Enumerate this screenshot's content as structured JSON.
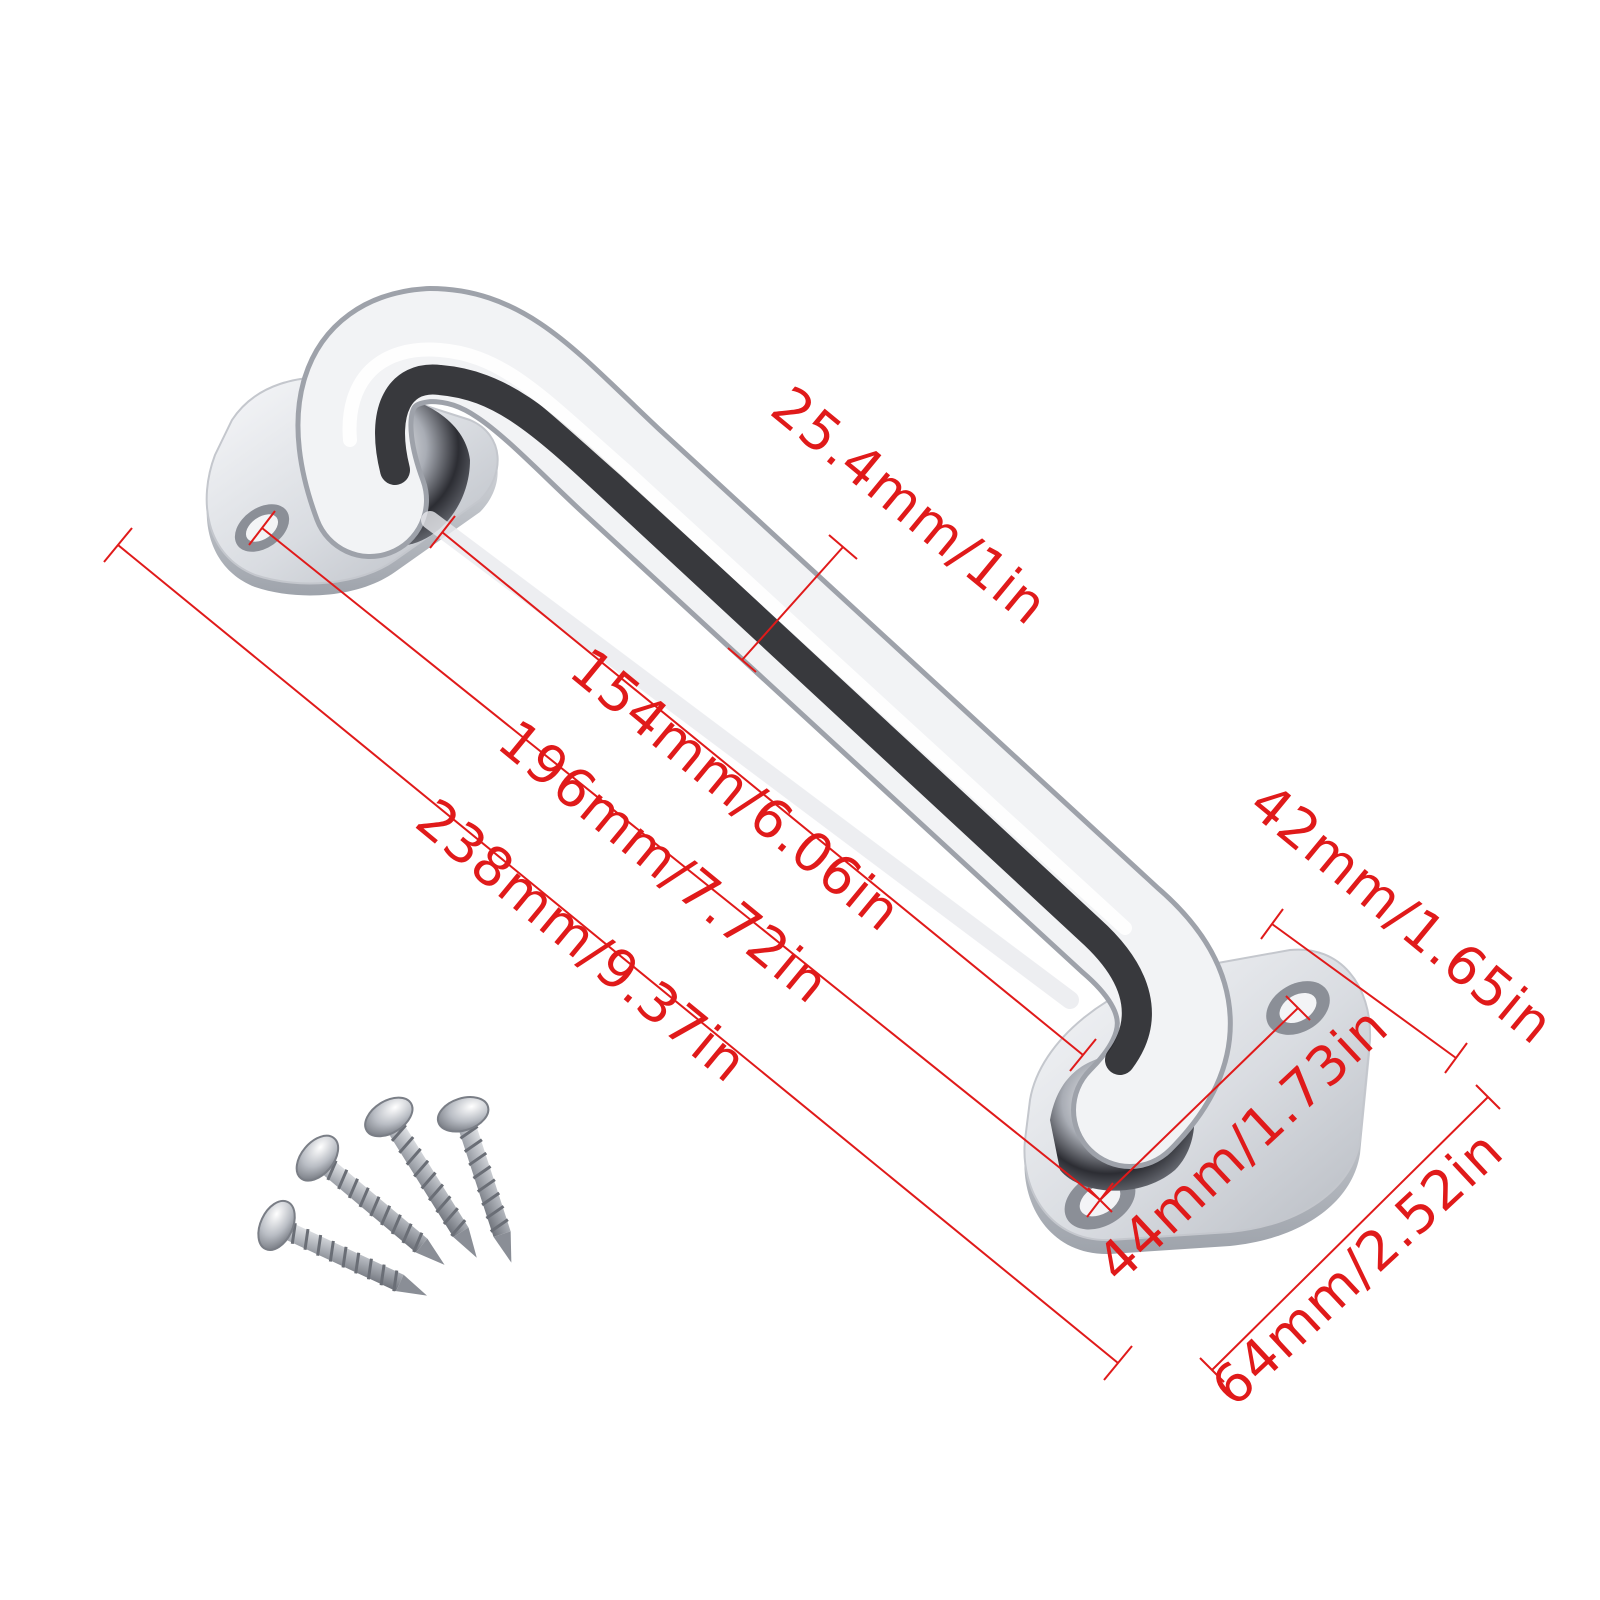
{
  "product": {
    "name_icon": "grab-handle-icon",
    "screws_icon": "screw-set-icon",
    "screw_count": 4
  },
  "dimensions": {
    "tube_diameter": "25.4mm/1in",
    "inner_span": "154mm/6.06in",
    "hole_span": "196mm/7.72in",
    "overall_length": "238mm/9.37in",
    "base_width": "42mm/1.65in",
    "base_hole_spacing": "44mm/1.73in",
    "base_length": "64mm/2.52in"
  },
  "colors": {
    "dimension": "#e01a1a",
    "background": "#ffffff",
    "steel_light": "#f4f5f7",
    "steel_dark": "#1b1c1f"
  }
}
